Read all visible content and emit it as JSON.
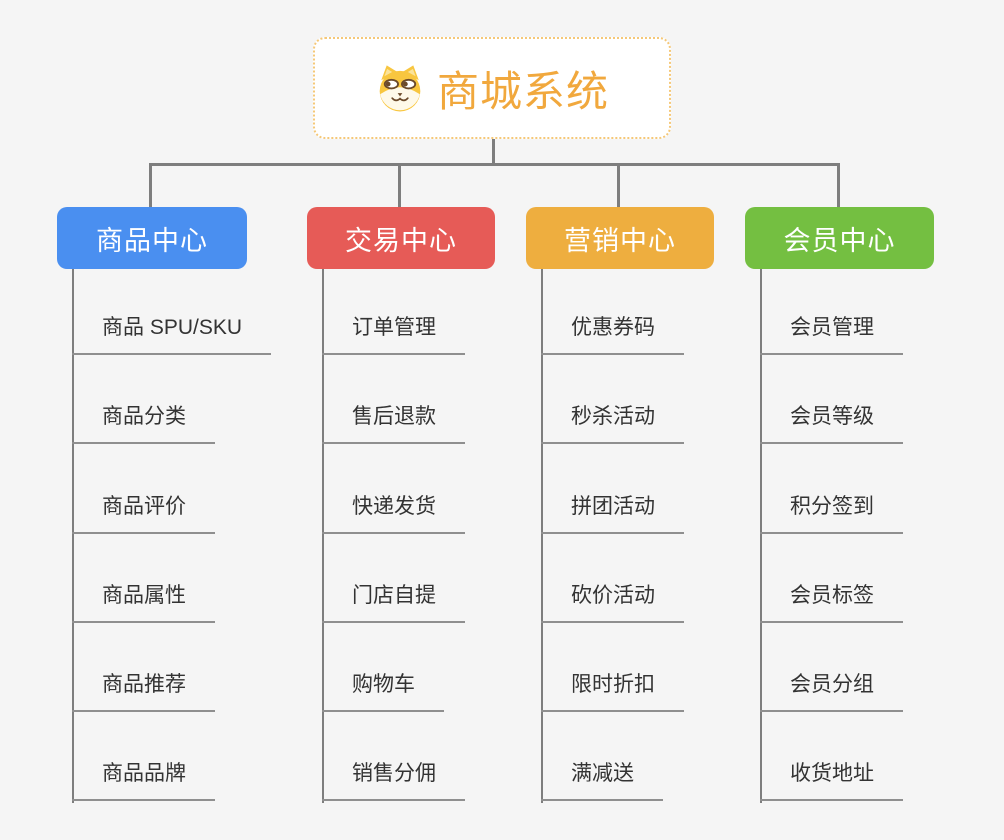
{
  "root": {
    "title": "商城系统",
    "icon": "dog-face-icon"
  },
  "branches": [
    {
      "label": "商品中心",
      "color": "#4A8FF0",
      "items": [
        "商品 SPU/SKU",
        "商品分类",
        "商品评价",
        "商品属性",
        "商品推荐",
        "商品品牌"
      ]
    },
    {
      "label": "交易中心",
      "color": "#E65B57",
      "items": [
        "订单管理",
        "售后退款",
        "快递发货",
        "门店自提",
        "购物车",
        "销售分佣"
      ]
    },
    {
      "label": "营销中心",
      "color": "#EEAE3F",
      "items": [
        "优惠券码",
        "秒杀活动",
        "拼团活动",
        "砍价活动",
        "限时折扣",
        "满减送"
      ]
    },
    {
      "label": "会员中心",
      "color": "#74BF41",
      "items": [
        "会员管理",
        "会员等级",
        "积分签到",
        "会员标签",
        "会员分组",
        "收货地址"
      ]
    }
  ],
  "colors": {
    "root_accent": "#F1A83D",
    "root_border": "#F5C878",
    "connector": "#7E7E7E",
    "underline": "#8F8F8F",
    "leaf_text": "#333333",
    "background": "#F5F5F5"
  }
}
